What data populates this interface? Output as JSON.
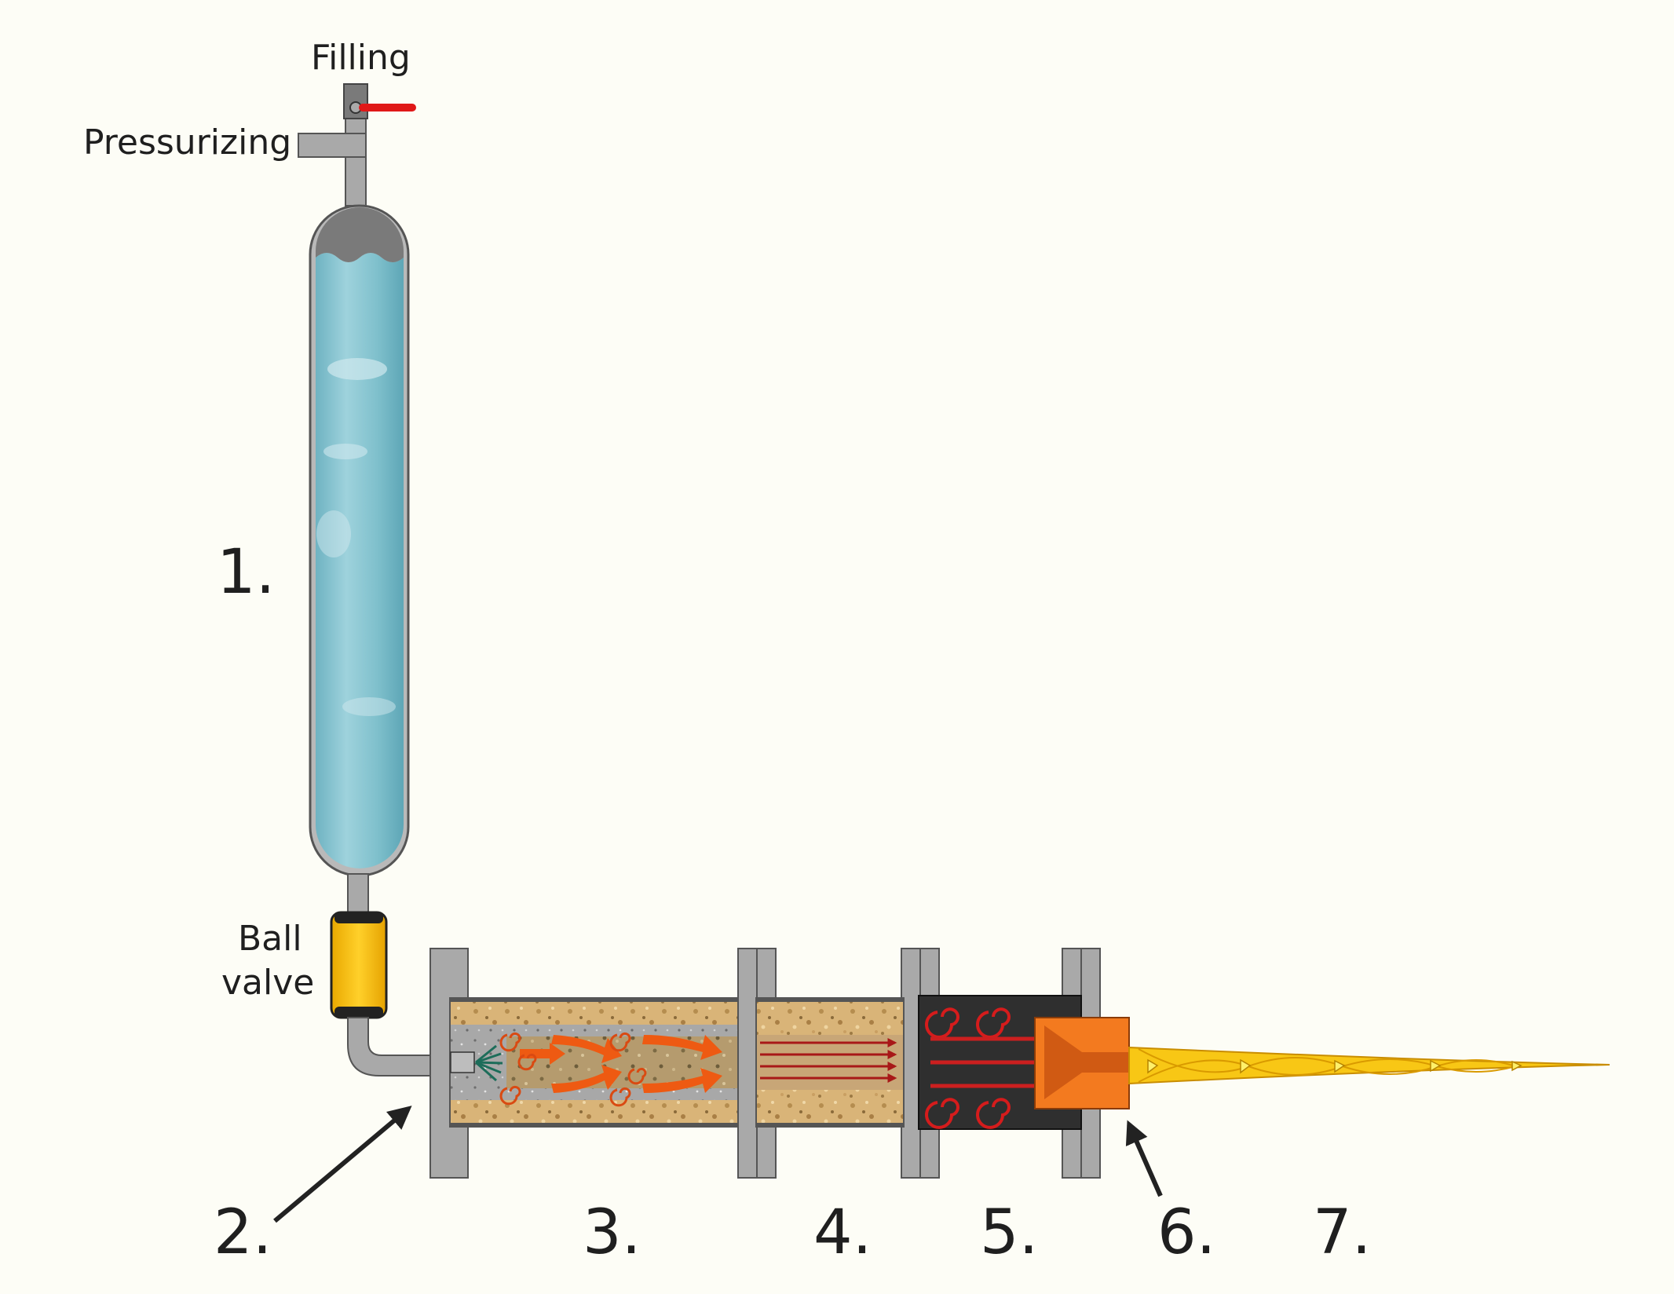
{
  "labels": {
    "filling": "Filling",
    "pressurizing": "Pressurizing",
    "ball_valve_line1": "Ball",
    "ball_valve_line2": "valve"
  },
  "numbers": {
    "n1": "1.",
    "n2": "2.",
    "n3": "3.",
    "n4": "4.",
    "n5": "5.",
    "n6": "6.",
    "n7": "7."
  },
  "colors": {
    "background": "#fdfdf6",
    "steel": "#a9a9a9",
    "steel_dark": "#5a5a5a",
    "water": "#7fc0cc",
    "valve": "#f7c10a",
    "packing": "#d8b478",
    "combustor": "#2f2f2f",
    "nozzle": "#f37a1f",
    "flame": "#f8c715",
    "arrow_orange": "#ee5a12",
    "arrow_red": "#cc1f1f",
    "handle_red": "#e01818"
  }
}
